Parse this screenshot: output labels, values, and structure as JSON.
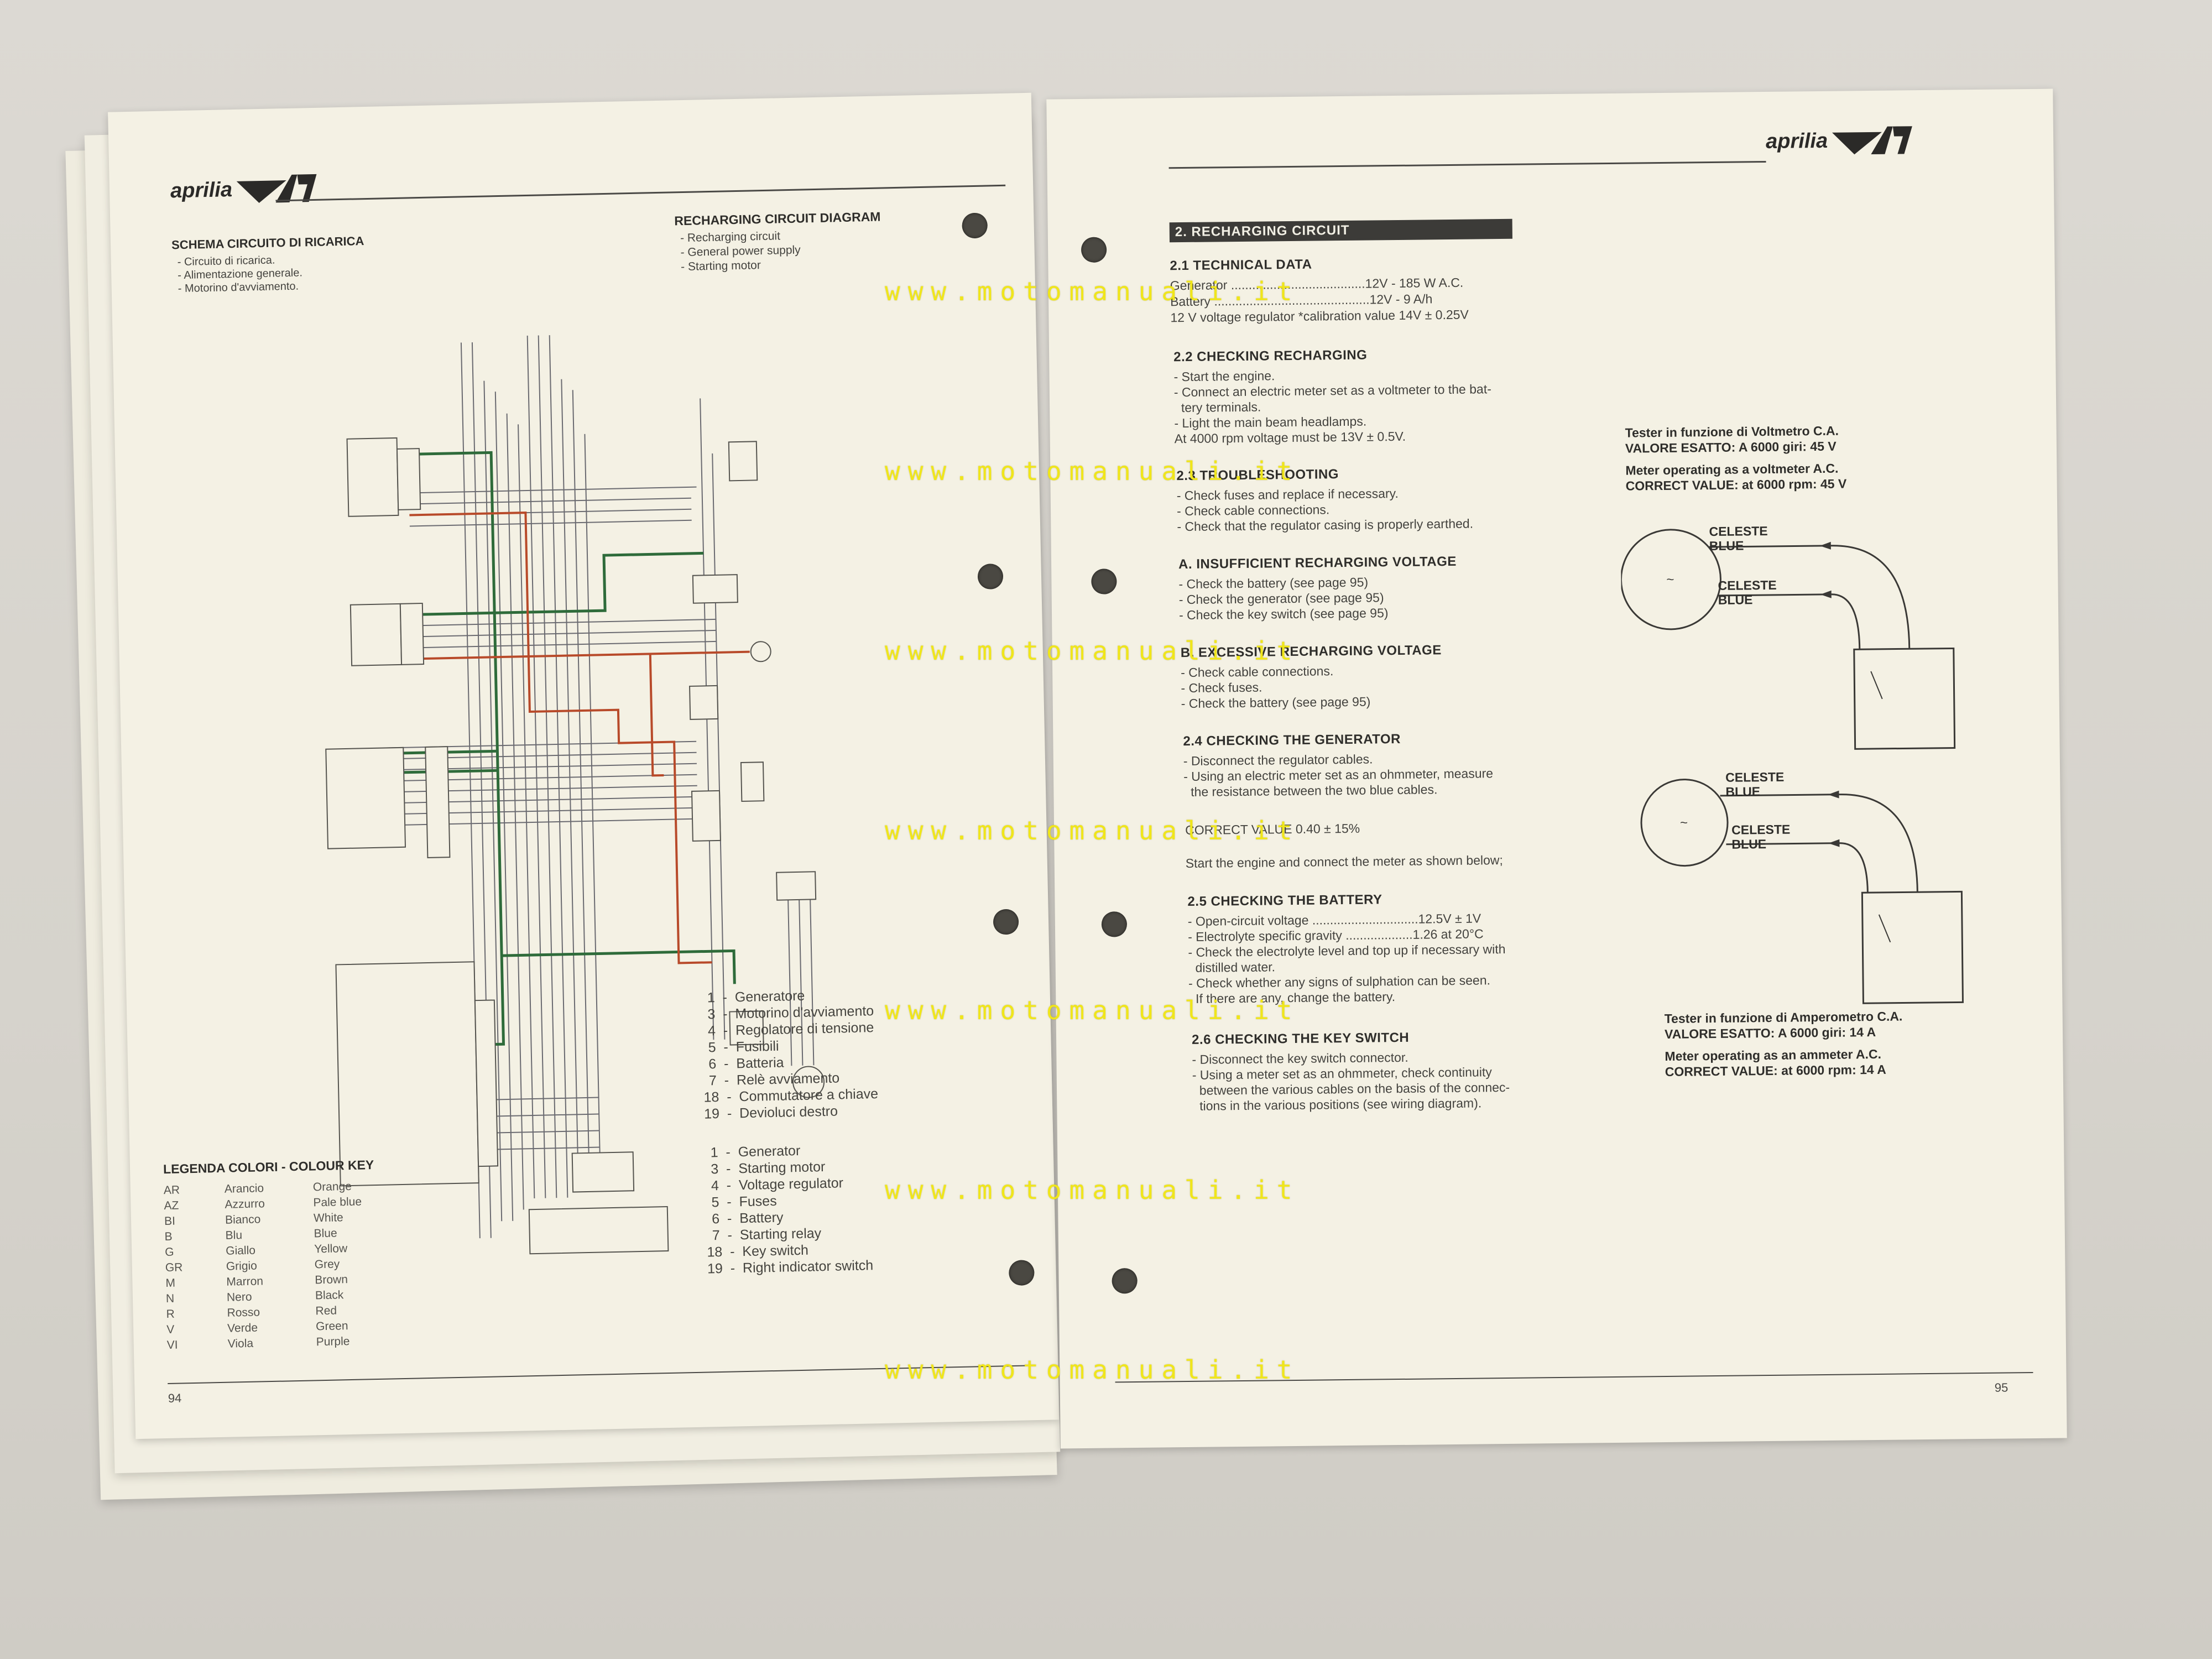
{
  "watermark": "www.motomanuali.it",
  "left_page": {
    "brand": "aprilia",
    "schema_title": "SCHEMA CIRCUITO DI RICARICA",
    "schema_items": [
      "- Circuito di ricarica.",
      "- Alimentazione generale.",
      "- Motorino d'avviamento."
    ],
    "diagram_title": "RECHARGING CIRCUIT DIAGRAM",
    "diagram_items": [
      "- Recharging circuit",
      "- General power supply",
      "- Starting motor"
    ],
    "numbered_it": [
      {
        "n": "1",
        "label": "Generatore"
      },
      {
        "n": "3",
        "label": "Motorino d'avviamento"
      },
      {
        "n": "4",
        "label": "Regolatore di tensione"
      },
      {
        "n": "5",
        "label": "Fusibili"
      },
      {
        "n": "6",
        "label": "Batteria"
      },
      {
        "n": "7",
        "label": "Relè avviamento"
      },
      {
        "n": "18",
        "label": "Commutatore a chiave"
      },
      {
        "n": "19",
        "label": "Devioluci destro"
      }
    ],
    "numbered_en": [
      {
        "n": "1",
        "label": "Generator"
      },
      {
        "n": "3",
        "label": "Starting motor"
      },
      {
        "n": "4",
        "label": "Voltage regulator"
      },
      {
        "n": "5",
        "label": "Fuses"
      },
      {
        "n": "6",
        "label": "Battery"
      },
      {
        "n": "7",
        "label": "Starting relay"
      },
      {
        "n": "18",
        "label": "Key switch"
      },
      {
        "n": "19",
        "label": "Right indicator switch"
      }
    ],
    "legend_title": "LEGENDA COLORI - COLOUR KEY",
    "legend": [
      {
        "code": "AR",
        "it": "Arancio",
        "en": "Orange"
      },
      {
        "code": "AZ",
        "it": "Azzurro",
        "en": "Pale blue"
      },
      {
        "code": "BI",
        "it": "Bianco",
        "en": "White"
      },
      {
        "code": "B",
        "it": "Blu",
        "en": "Blue"
      },
      {
        "code": "G",
        "it": "Giallo",
        "en": "Yellow"
      },
      {
        "code": "GR",
        "it": "Grigio",
        "en": "Grey"
      },
      {
        "code": "M",
        "it": "Marron",
        "en": "Brown"
      },
      {
        "code": "N",
        "it": "Nero",
        "en": "Black"
      },
      {
        "code": "R",
        "it": "Rosso",
        "en": "Red"
      },
      {
        "code": "V",
        "it": "Verde",
        "en": "Green"
      },
      {
        "code": "VI",
        "it": "Viola",
        "en": "Purple"
      }
    ],
    "page_number": "94"
  },
  "right_page": {
    "brand": "aprilia",
    "section_heading": "2. RECHARGING CIRCUIT",
    "s21_title": "2.1  TECHNICAL DATA",
    "s21_lines": [
      "Generator ......................................12V - 185 W A.C.",
      "Battery ............................................12V - 9 A/h",
      "12 V voltage regulator *calibration value 14V ± 0.25V"
    ],
    "s22_title": "2.2  CHECKING RECHARGING",
    "s22_lines": [
      "- Start the engine.",
      "- Connect an electric meter set as a voltmeter to the bat-",
      "  tery terminals.",
      "- Light the main beam headlamps.",
      "At 4000 rpm voltage must be 13V ± 0.5V."
    ],
    "s23_title": "2.3  TROUBLESHOOTING",
    "s23_lines": [
      "- Check fuses and replace if necessary.",
      "- Check cable connections.",
      "- Check that the regulator casing is properly earthed."
    ],
    "sA_title": "A. INSUFFICIENT RECHARGING VOLTAGE",
    "sA_lines": [
      "- Check the battery (see page 95)",
      "- Check the generator (see page 95)",
      "- Check the key switch (see page 95)"
    ],
    "sB_title": "B. EXCESSIVE RECHARGING VOLTAGE",
    "sB_lines": [
      "- Check cable connections.",
      "- Check fuses.",
      "- Check the battery (see page 95)"
    ],
    "s24_title": "2.4  CHECKING THE GENERATOR",
    "s24_lines": [
      "- Disconnect the regulator cables.",
      "- Using an electric meter set as an ohmmeter, measure",
      "  the resistance between the two blue cables."
    ],
    "s24_value": "CORRECT VALUE 0.40 ± 15%",
    "s24_note": "Start the engine and connect the meter as shown below;",
    "s25_title": "2.5  CHECKING THE BATTERY",
    "s25_lines": [
      "- Open-circuit voltage ..............................12.5V ± 1V",
      "- Electrolyte specific gravity ...................1.26 at 20°C",
      "- Check the electrolyte level and top up if necessary with",
      "  distilled water.",
      "- Check whether any signs of sulphation can be seen.",
      "  If there are any, change the battery."
    ],
    "s26_title": "2.6  CHECKING THE KEY SWITCH",
    "s26_lines": [
      "- Disconnect the key switch connector.",
      "- Using a meter set as an ohmmeter, check continuity",
      "  between the various cables on the basis of the connec-",
      "  tions in the various positions (see wiring diagram)."
    ],
    "volt_it_1": "Tester in funzione di Voltmetro C.A.",
    "volt_it_2": "VALORE ESATTO: A 6000 giri: 45 V",
    "volt_en_1": "Meter operating as a voltmeter A.C.",
    "volt_en_2": "CORRECT VALUE: at 6000 rpm: 45 V",
    "amp_it_1": "Tester in funzione di Amperometro C.A.",
    "amp_it_2": "VALORE ESATTO: A 6000 giri: 14 A",
    "amp_en_1": "Meter operating as an ammeter A.C.",
    "amp_en_2": "CORRECT VALUE: at 6000 rpm: 14 A",
    "wire_label_it": "CELESTE",
    "wire_label_en": "BLUE",
    "page_number": "95"
  },
  "colors": {
    "wire_green": "#2e6b3a",
    "wire_red": "#b84a2a",
    "wire_grey": "#6a6a70",
    "paper": "#f4f1e4",
    "watermark": "#f0e61a"
  }
}
